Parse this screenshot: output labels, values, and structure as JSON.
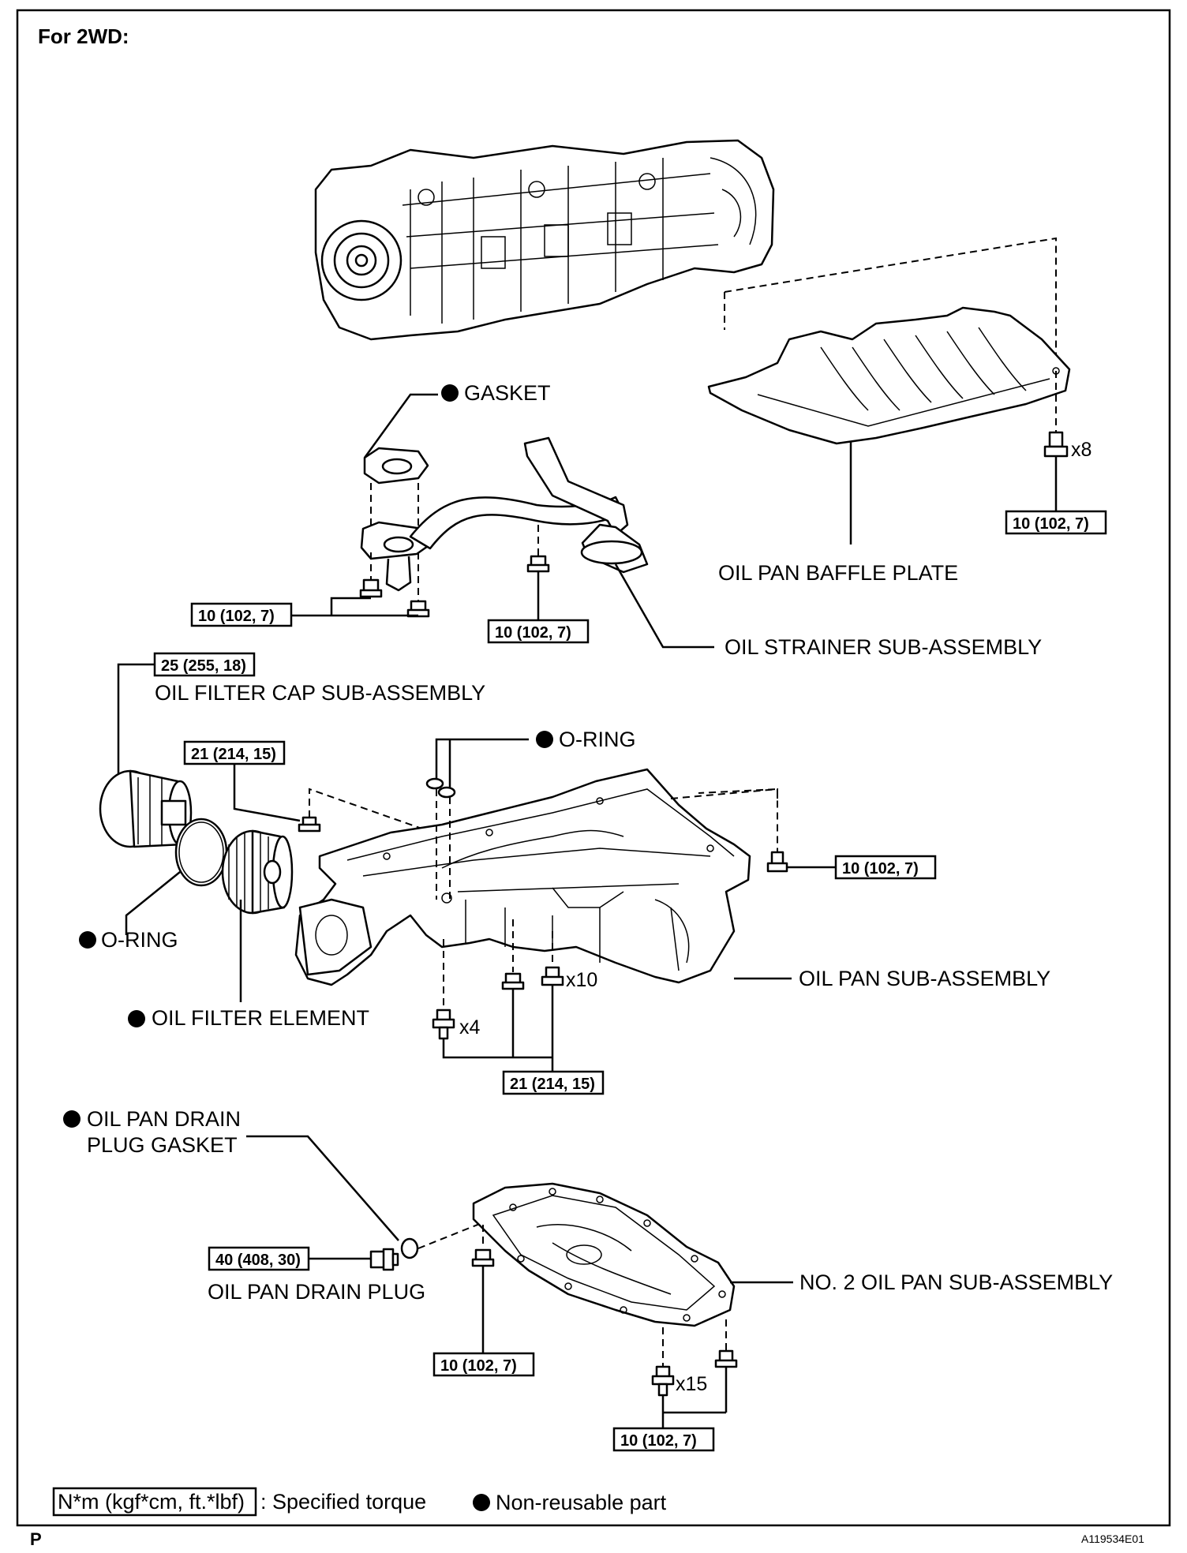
{
  "header": "For 2WD:",
  "parts": {
    "gasket": "GASKET",
    "baffle_plate": "OIL PAN BAFFLE PLATE",
    "strainer": "OIL STRAINER SUB-ASSEMBLY",
    "filter_cap": "OIL FILTER CAP SUB-ASSEMBLY",
    "o_ring_top": "O-RING",
    "o_ring_left": "O-RING",
    "filter_element": "OIL FILTER ELEMENT",
    "oil_pan": "OIL PAN SUB-ASSEMBLY",
    "drain_gasket_line1": "OIL PAN DRAIN",
    "drain_gasket_line2": "PLUG GASKET",
    "drain_plug": "OIL PAN DRAIN PLUG",
    "no2_oil_pan": "NO. 2 OIL PAN SUB-ASSEMBLY"
  },
  "torques": {
    "baffle": "10 (102, 7)",
    "strainer_left": "10 (102, 7)",
    "strainer_mid": "10 (102, 7)",
    "filter_cap": "25 (255, 18)",
    "pan_left": "21 (214, 15)",
    "pan_right": "10 (102, 7)",
    "pan_bottom": "21 (214, 15)",
    "drain_plug": "40 (408, 30)",
    "no2_left": "10 (102, 7)",
    "no2_bottom": "10 (102, 7)"
  },
  "quantities": {
    "baffle": "x8",
    "pan_center": "x10",
    "pan_left": "x4",
    "no2": "x15"
  },
  "legend": {
    "torque_box": "N*m (kgf*cm, ft.*lbf)",
    "torque_text": ": Specified torque",
    "nonreusable_text": "Non-reusable part"
  },
  "footer": {
    "left": "P",
    "right": "A119534E01"
  }
}
